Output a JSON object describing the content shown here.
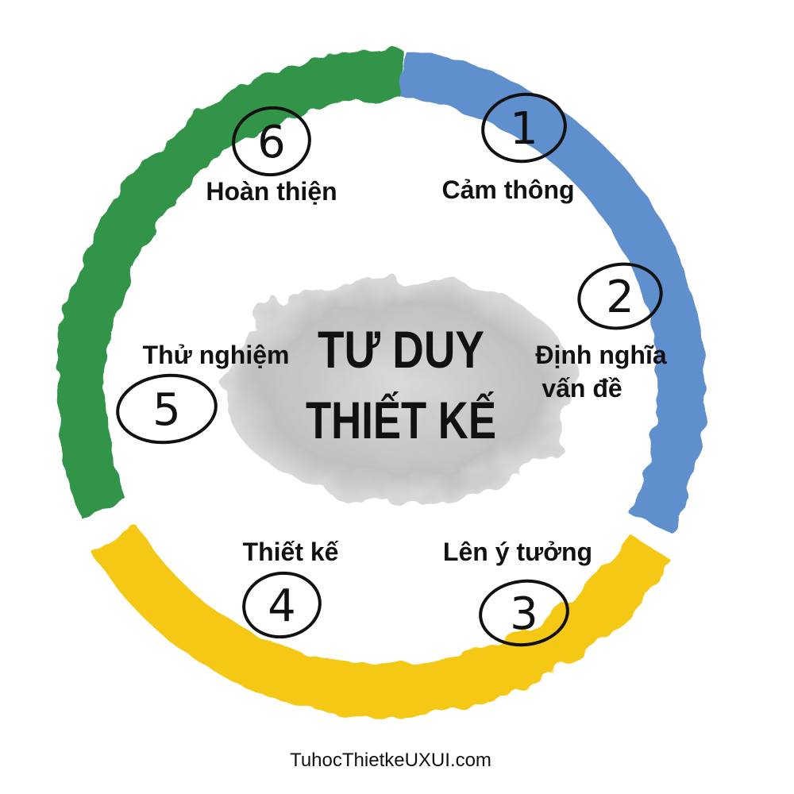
{
  "title": {
    "line1": "TƯ DUY",
    "line2": "THIẾT KẾ"
  },
  "steps": [
    {
      "number": "1",
      "label": "Cảm thông",
      "label2": "",
      "color": "#6f9bd1"
    },
    {
      "number": "2",
      "label": "Định nghĩa",
      "label2": "vấn đề",
      "color": "#5a86c6"
    },
    {
      "number": "3",
      "label": "Lên ý tưởng",
      "label2": "",
      "color": "#f3c312"
    },
    {
      "number": "4",
      "label": "Thiết kế",
      "label2": "",
      "color": "#f5c916"
    },
    {
      "number": "5",
      "label": "Thử nghiệm",
      "label2": "",
      "color": "#3f9a48"
    },
    {
      "number": "6",
      "label": "Hoàn thiện",
      "label2": "",
      "color": "#2e9143"
    }
  ],
  "colors": {
    "blue": "#5f8fcc",
    "yellow": "#f5c814",
    "green": "#33944a",
    "center_blob": "#c9c9c9",
    "ink": "#111111"
  },
  "footer": {
    "credit": "TuhocThietkeUXUI.com"
  }
}
